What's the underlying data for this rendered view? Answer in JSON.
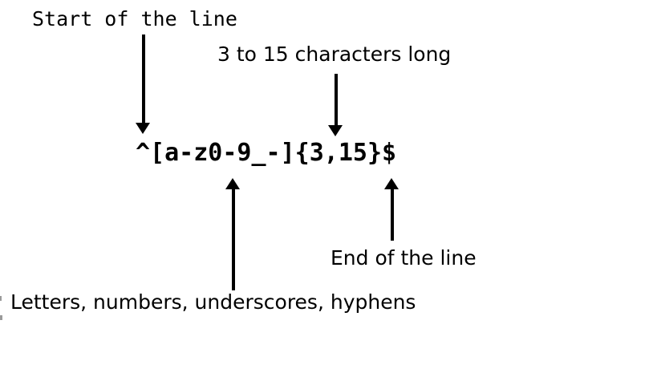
{
  "colors": {
    "background": "#ffffff",
    "text": "#000000",
    "arrow": "#000000",
    "edge_artifact": "#9a9a9a"
  },
  "diagram": {
    "regex": "^[a-z0-9_-]{3,15}$",
    "annotations": [
      {
        "id": "start",
        "label": "Start of the line",
        "points_to": "^",
        "arrow_direction": "down"
      },
      {
        "id": "length",
        "label": "3 to 15 characters long",
        "points_to": "{3,15}",
        "arrow_direction": "down"
      },
      {
        "id": "charset",
        "label": "Letters, numbers, underscores, hyphens",
        "points_to": "[a-z0-9_-]",
        "arrow_direction": "up"
      },
      {
        "id": "end",
        "label": "End of the line",
        "points_to": "$",
        "arrow_direction": "up"
      }
    ]
  }
}
